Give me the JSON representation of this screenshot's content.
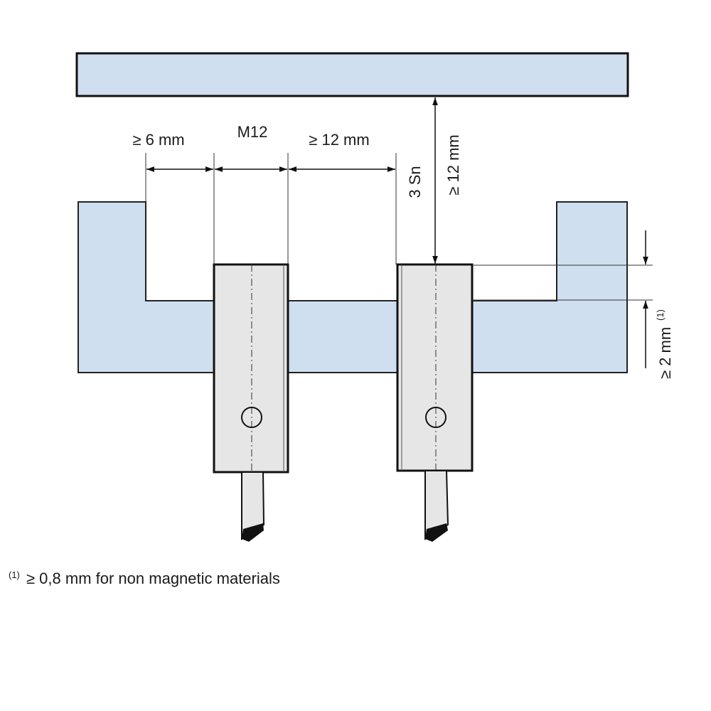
{
  "colors": {
    "plate": "#cfdff0",
    "sensor": "#e6e6e6",
    "outline": "#111111",
    "thin_line": "#333333"
  },
  "dimensions": {
    "left_clearance": "≥ 6 mm",
    "sensor_size": "M12",
    "sensor_spacing": "≥ 12 mm",
    "sensing_distance": "3 Sn",
    "target_distance": "≥ 12 mm",
    "protrusion_value": "≥ 2 mm",
    "protrusion_note_ref": "(1)"
  },
  "footnote": {
    "ref": "(1)",
    "text": "≥ 0,8 mm for non magnetic materials"
  }
}
